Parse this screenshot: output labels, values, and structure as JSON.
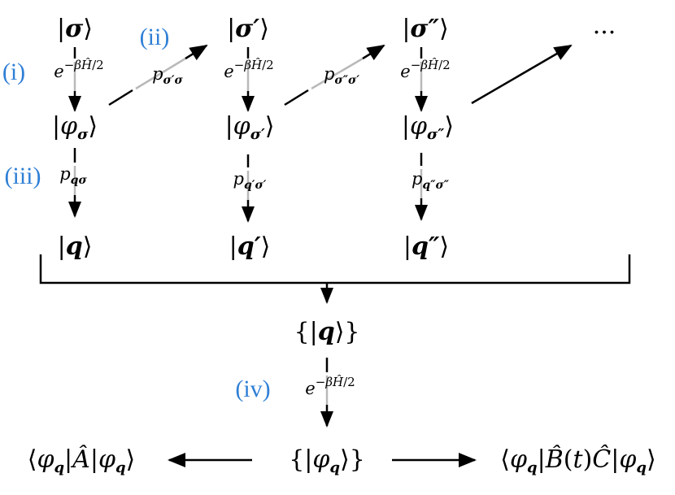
{
  "colors": {
    "ink": "#000000",
    "accent_blue": "#2f7fd6",
    "faded_line": "#b9b9b9"
  },
  "step_labels": {
    "i": "(i)",
    "ii": "(ii)",
    "iii": "(iii)",
    "iv": "(iv)"
  },
  "columns": [
    {
      "sigma_ket": "|σ⟩",
      "operator": "e^{−βĤ/2}",
      "phi_ket": "|φ_σ⟩",
      "prob": "p_{qσ}",
      "q_ket": "|q⟩"
    },
    {
      "sigma_ket": "|σ′⟩",
      "operator": "e^{−βĤ/2}",
      "phi_ket": "|φ_σ′⟩",
      "prob": "p_{q′σ′}",
      "q_ket": "|q′⟩"
    },
    {
      "sigma_ket": "|σ″⟩",
      "operator": "e^{−βĤ/2}",
      "phi_ket": "|φ_σ″⟩",
      "prob": "p_{q″σ″}",
      "q_ket": "|q″⟩"
    }
  ],
  "transitions": [
    {
      "prob": "p_{σ′σ}"
    },
    {
      "prob": "p_{σ″σ′}"
    }
  ],
  "ellipsis": "···",
  "bottom": {
    "q_set": "{|q⟩}",
    "operator": "e^{−βĤ/2}",
    "phi_set": "{|φ_q⟩}",
    "left_observable": "⟨φ_q|Â|φ_q⟩",
    "right_observable": "⟨φ_q|B̂(t)Ĉ|φ_q⟩"
  }
}
